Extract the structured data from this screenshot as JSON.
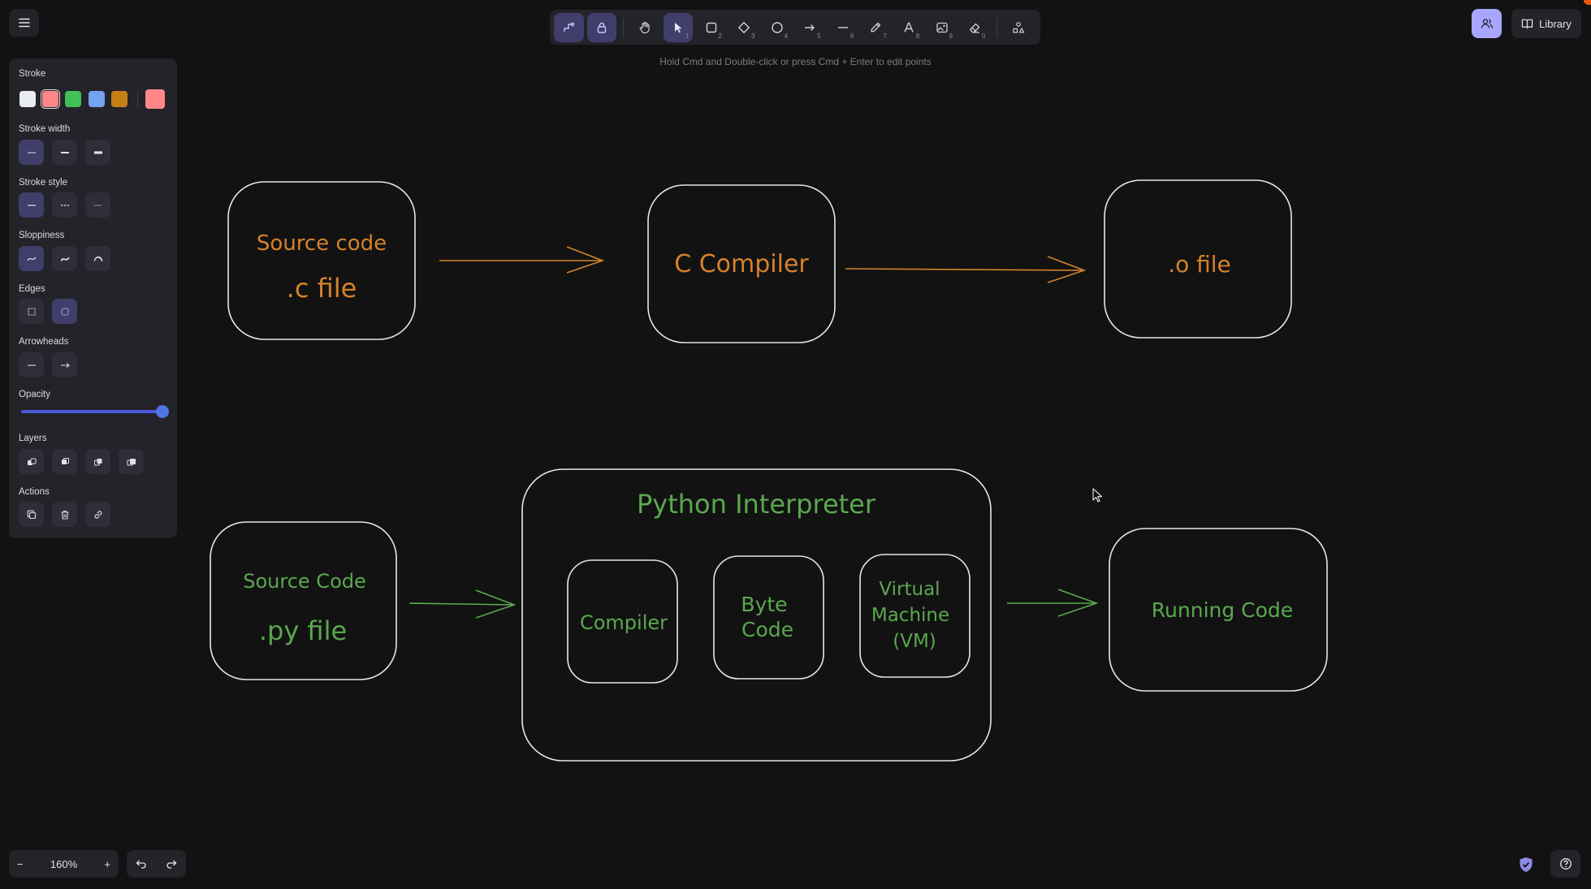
{
  "toolbar": {
    "tools": [
      {
        "name": "keep-selected-tool-icon",
        "num": ""
      },
      {
        "name": "lock-icon",
        "num": ""
      },
      {
        "name": "hand-icon",
        "num": ""
      },
      {
        "name": "selection-arrow-icon",
        "num": "1"
      },
      {
        "name": "rectangle-icon",
        "num": "2"
      },
      {
        "name": "diamond-icon",
        "num": "3"
      },
      {
        "name": "ellipse-icon",
        "num": "4"
      },
      {
        "name": "arrow-icon",
        "num": "5"
      },
      {
        "name": "line-icon",
        "num": "6"
      },
      {
        "name": "pencil-icon",
        "num": "7"
      },
      {
        "name": "text-icon",
        "num": "8"
      },
      {
        "name": "image-icon",
        "num": "9"
      },
      {
        "name": "eraser-icon",
        "num": "0"
      },
      {
        "name": "extra-tools-icon",
        "num": ""
      }
    ],
    "hint": "Hold Cmd and Double-click or press Cmd + Enter to edit points"
  },
  "topright": {
    "library_label": "Library"
  },
  "panel": {
    "stroke": "Stroke",
    "stroke_colors": [
      "#e9ecef",
      "#ff8787",
      "#40c057",
      "#74a3f0",
      "#c57f15"
    ],
    "stroke_current": "#ff8787",
    "stroke_width": "Stroke width",
    "stroke_style": "Stroke style",
    "sloppiness": "Sloppiness",
    "edges": "Edges",
    "arrowheads": "Arrowheads",
    "opacity": "Opacity",
    "opacity_value": 100,
    "layers": "Layers",
    "actions": "Actions"
  },
  "zoom": {
    "value": "160%",
    "minus": "−",
    "plus": "+"
  },
  "diagram": {
    "colors": {
      "orange": "#d6822a",
      "green": "#5aa84f",
      "outline": "#e6e6e6"
    },
    "c_source_line1": "Source code",
    "c_source_line2": ".c file",
    "c_compiler": "C Compiler",
    "o_file": ".o file",
    "py_source_line1": "Source Code",
    "py_source_line2": ".py file",
    "python_interpreter": "Python Interpreter",
    "compiler": "Compiler",
    "byte_code_line1": "Byte",
    "byte_code_line2": "Code",
    "vm_line1": "Virtual",
    "vm_line2": "Machine",
    "vm_line3": "(VM)",
    "running_code": "Running Code"
  }
}
